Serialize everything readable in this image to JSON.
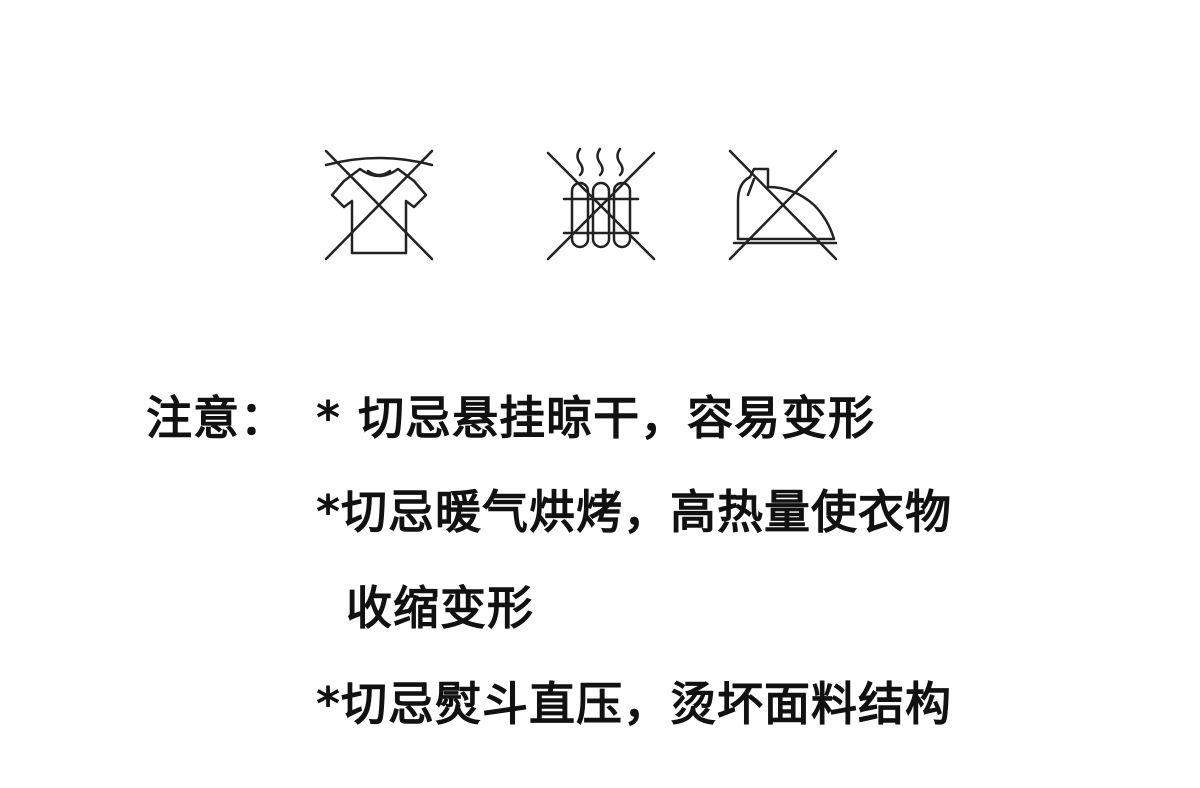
{
  "icons": [
    {
      "name": "no-hang-dry-icon"
    },
    {
      "name": "no-radiator-dry-icon"
    },
    {
      "name": "no-iron-icon"
    }
  ],
  "notice": {
    "label": "注意：",
    "lines": [
      "* 切忌悬挂晾干，容易变形",
      "*切忌暖气烘烤，高热量使衣物",
      "收缩变形",
      "*切忌熨斗直压，烫坏面料结构"
    ]
  },
  "colors": {
    "text": "#111111",
    "icon_stroke": "#222222",
    "background": "#ffffff"
  }
}
